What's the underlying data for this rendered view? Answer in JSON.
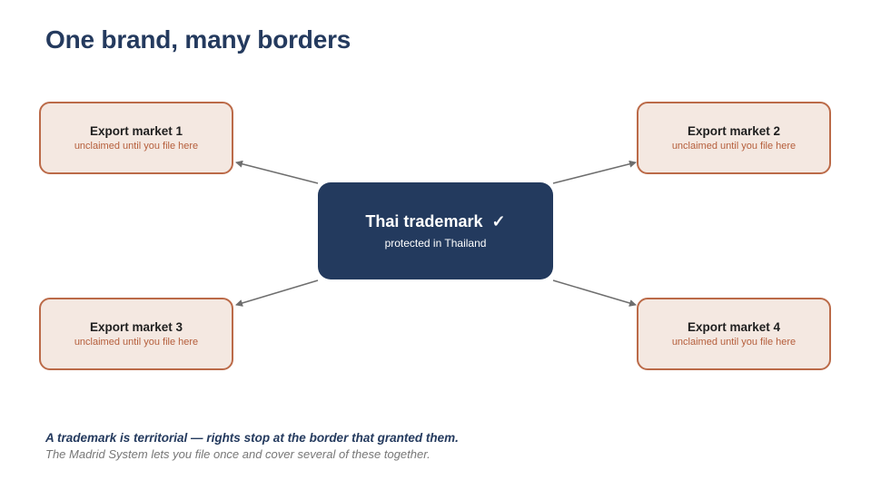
{
  "title": "One brand, many borders",
  "center": {
    "name": "Thai trademark",
    "check": "✓",
    "status": "protected in Thailand"
  },
  "markets": [
    {
      "name": "Export market 1",
      "status": "unclaimed until you file here"
    },
    {
      "name": "Export market 2",
      "status": "unclaimed until you file here"
    },
    {
      "name": "Export market 3",
      "status": "unclaimed until you file here"
    },
    {
      "name": "Export market 4",
      "status": "unclaimed until you file here"
    }
  ],
  "footer": {
    "line1": "A trademark is territorial — rights stop at the border that granted them.",
    "line2": "The Madrid System lets you file once and cover several of these together."
  },
  "colors": {
    "navy": "#233a5e",
    "market_fill": "#f4e8e1",
    "market_border": "#bb6a48",
    "status_text": "#b55e3b",
    "arrow": "#6e6e6e"
  }
}
